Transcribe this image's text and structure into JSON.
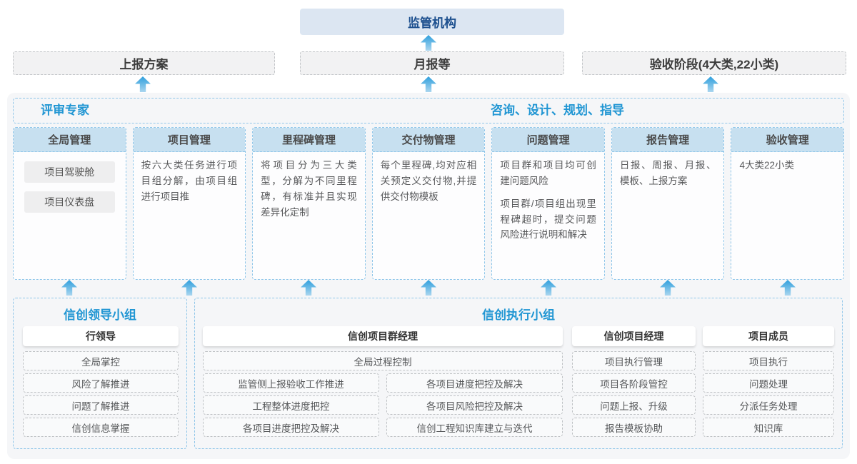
{
  "colors": {
    "accent_blue": "#2196d3",
    "regulator_text": "#1c4f8e",
    "regulator_bg": "#dce6f2",
    "column_header_bg": "#c7e0f0",
    "dashed_blue_border": "#8fc6e9",
    "arrow_blue": "#2e9fdd"
  },
  "top": {
    "regulator": "监管机构",
    "outputs": [
      {
        "label": "上报方案"
      },
      {
        "label": "月报等"
      },
      {
        "label": "验收阶段(4大类,22小类)"
      }
    ]
  },
  "main": {
    "expert_left": "评审专家",
    "expert_right": "咨询、设计、规划、指导",
    "columns": [
      {
        "title": "全局管理",
        "pills": [
          "项目驾驶舱",
          "项目仪表盘"
        ]
      },
      {
        "title": "项目管理",
        "paragraphs": [
          "按六大类任务进行项目组分解，由项目组进行项目推"
        ]
      },
      {
        "title": "里程碑管理",
        "paragraphs": [
          "将项目分为三大类型，分解为不同里程碑，有标准并且实现差异化定制"
        ]
      },
      {
        "title": "交付物管理",
        "paragraphs": [
          "每个里程碑,均对应相关预定义交付物,并提供交付物模板"
        ]
      },
      {
        "title": "问题管理",
        "paragraphs": [
          "项目群和项目均可创建问题风险",
          "项目群/项目组出现里程碑超时，提交问题风险进行说明和解决"
        ]
      },
      {
        "title": "报告管理",
        "paragraphs": [
          "日报、周报、月报、模板、上报方案"
        ]
      },
      {
        "title": "验收管理",
        "paragraphs": [
          "4大类22小类"
        ]
      }
    ]
  },
  "bottom": {
    "leader_group": {
      "title": "信创领导小组",
      "role": "行领导",
      "tasks": [
        "全局掌控",
        "风险了解推进",
        "问题了解推进",
        "信创信息掌握"
      ]
    },
    "exec_group": {
      "title": "信创执行小组",
      "program_manager": {
        "role": "信创项目群经理",
        "full_task": "全局过程控制",
        "tasks_left": [
          "监管侧上报验收工作推进",
          "工程整体进度把控",
          "各项目进度把控及解决"
        ],
        "tasks_right": [
          "各项目进度把控及解决",
          "各项目风险把控及解决",
          "信创工程知识库建立与迭代"
        ]
      },
      "project_manager": {
        "role": "信创项目经理",
        "tasks": [
          "项目执行管理",
          "项目各阶段管控",
          "问题上报、升级",
          "报告模板协助"
        ]
      },
      "member": {
        "role": "项目成员",
        "tasks": [
          "项目执行",
          "问题处理",
          "分派任务处理",
          "知识库"
        ]
      }
    }
  }
}
